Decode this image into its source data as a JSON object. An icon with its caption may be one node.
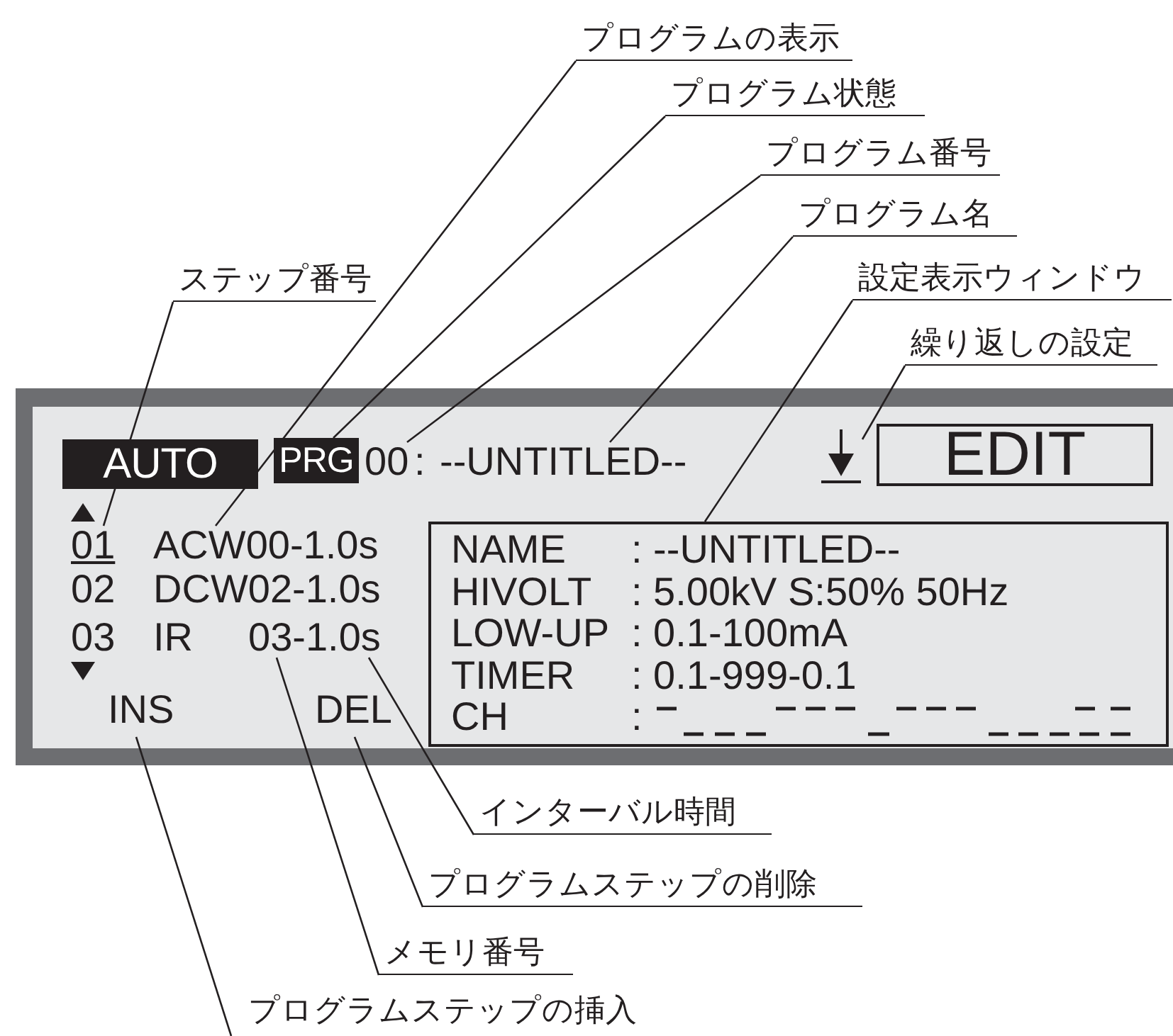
{
  "diagram": {
    "nodes": [
      {
        "text": [
          "プログラムの表示"
        ]
      },
      {
        "text": [
          "プログラム状態"
        ]
      },
      {
        "text": [
          "プログラム番号"
        ]
      },
      {
        "text": [
          "プログラム名"
        ]
      },
      {
        "text": [
          "ステップ番号"
        ]
      },
      {
        "text": [
          "設定表示ウィンドウ"
        ]
      },
      {
        "text": [
          "繰り返しの設定"
        ]
      },
      {
        "text": [],
        "shape": "box"
      },
      {
        "text": [
          "AUTO"
        ],
        "in": 7
      },
      {
        "text": [
          "PRG"
        ],
        "in": 7
      },
      {
        "text": [
          "00"
        ],
        "in": 7
      },
      {
        "text": [
          "--UNTITLED--"
        ],
        "in": 7
      },
      {
        "text": [],
        "shape": "arrow",
        "in": 7
      },
      {
        "text": [
          "EDIT"
        ],
        "in": 7
      },
      {
        "text": [
          "01"
        ],
        "in": 7
      },
      {
        "text": [
          "ACW00-1.0s"
        ],
        "in": 7
      },
      {
        "text": [
          "03-1.0s"
        ],
        "in": 7
      },
      {
        "text": [
          "INS"
        ],
        "in": 7
      },
      {
        "text": [
          "DEL"
        ],
        "in": 7
      },
      {
        "text": [
          "NAME",
          ": --UNTITLED--",
          "HIVOLT",
          ": 5.00kV S:50% 50Hz",
          "LOW-UP",
          ": 0.1-100mA",
          "TIMER",
          ": 0.1-999-0.1",
          "CH",
          ":"
        ],
        "in": 7
      },
      {
        "text": [
          "インターバル時間"
        ]
      },
      {
        "text": [
          "プログラムステップの削除"
        ]
      },
      {
        "text": [
          "メモリ番号"
        ]
      },
      {
        "text": [
          "プログラムステップの挿入"
        ]
      }
    ],
    "edges": [
      {
        "from": 0,
        "to": 15,
        "arrow": "none"
      },
      {
        "from": 1,
        "to": 9,
        "arrow": "none"
      },
      {
        "from": 2,
        "to": 10,
        "arrow": "none"
      },
      {
        "from": 3,
        "to": 11,
        "arrow": "none"
      },
      {
        "from": 4,
        "to": 14,
        "arrow": "none"
      },
      {
        "from": 5,
        "to": 19,
        "arrow": "none"
      },
      {
        "from": 6,
        "to": 12,
        "arrow": "none"
      },
      {
        "from": 20,
        "to": 16,
        "arrow": "none"
      },
      {
        "from": 21,
        "to": 18,
        "arrow": "none"
      },
      {
        "from": 22,
        "to": 16,
        "arrow": "none"
      },
      {
        "from": 23,
        "to": 17,
        "arrow": "none"
      }
    ],
    "labels": [
      ":",
      "02",
      "DCW02-1.0s",
      "03",
      "IR"
    ]
  }
}
